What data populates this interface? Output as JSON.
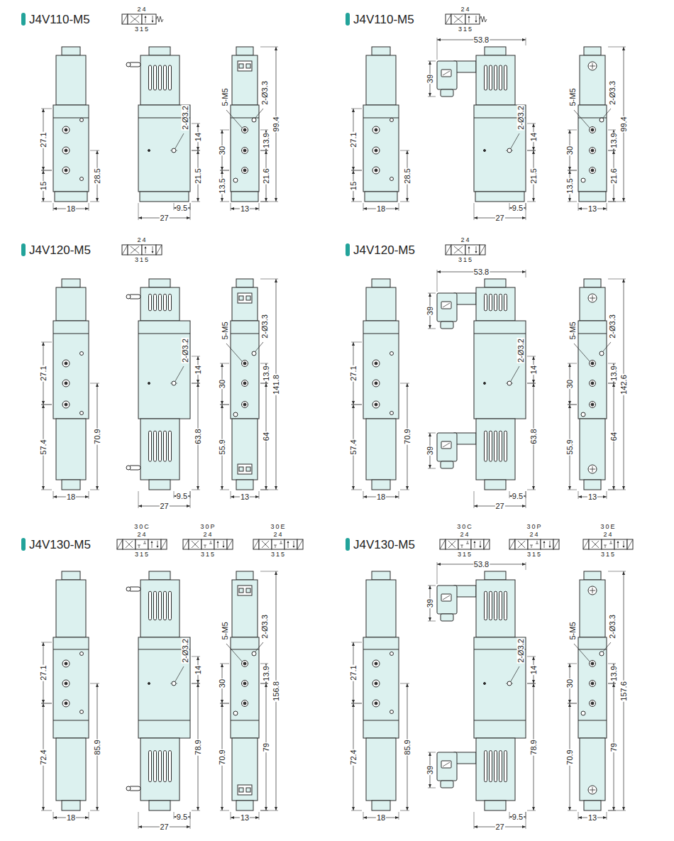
{
  "diagram": {
    "labels": [
      "J4V110-M5",
      "24",
      "315",
      "27.1",
      "15",
      "28.5",
      "18",
      "2-Ø3.2",
      "14",
      "21.5",
      "9.5",
      "27",
      "5-M5",
      "2-Ø3.3",
      "30",
      "13.9",
      "99.4",
      "13.5",
      "21.6",
      "13",
      "J4V110-M5",
      "24",
      "315",
      "27.1",
      "15",
      "28.5",
      "18",
      "53.8",
      "39",
      "2-Ø3.2",
      "14",
      "21.5",
      "9.5",
      "27",
      "5-M5",
      "2-Ø3.3",
      "30",
      "13.9",
      "99.4",
      "13.5",
      "21.6",
      "13",
      "J4V120-M5",
      "24",
      "315",
      "27.1",
      "57.4",
      "70.9",
      "18",
      "2-Ø3.2",
      "14",
      "63.8",
      "9.5",
      "27",
      "5-M5",
      "2-Ø3.3",
      "30",
      "13.9",
      "141.8",
      "55.9",
      "64",
      "13",
      "J4V120-M5",
      "24",
      "315",
      "27.1",
      "57.4",
      "70.9",
      "18",
      "53.8",
      "39",
      "2-Ø3.2",
      "14",
      "63.8",
      "39",
      "9.5",
      "27",
      "5-M5",
      "2-Ø3.3",
      "30",
      "13.9",
      "142.6",
      "55.9",
      "64",
      "13",
      "J4V130-M5",
      "30C",
      "24",
      "315",
      "30P",
      "24",
      "315",
      "30E",
      "24",
      "315",
      "27.1",
      "72.4",
      "85.9",
      "18",
      "2-Ø3.2",
      "14",
      "78.9",
      "9.5",
      "27",
      "5-M5",
      "2-Ø3.3",
      "30",
      "13.9",
      "156.8",
      "70.9",
      "79",
      "13",
      "J4V130-M5",
      "30C",
      "24",
      "315",
      "30P",
      "24",
      "315",
      "30E",
      "24",
      "315",
      "27.1",
      "72.4",
      "85.9",
      "18",
      "53.8",
      "39",
      "2-Ø3.2",
      "14",
      "78.9",
      "39",
      "9.5",
      "27",
      "5-M5",
      "2-Ø3.3",
      "30",
      "13.9",
      "157.6",
      "70.9",
      "79",
      "13"
    ]
  }
}
